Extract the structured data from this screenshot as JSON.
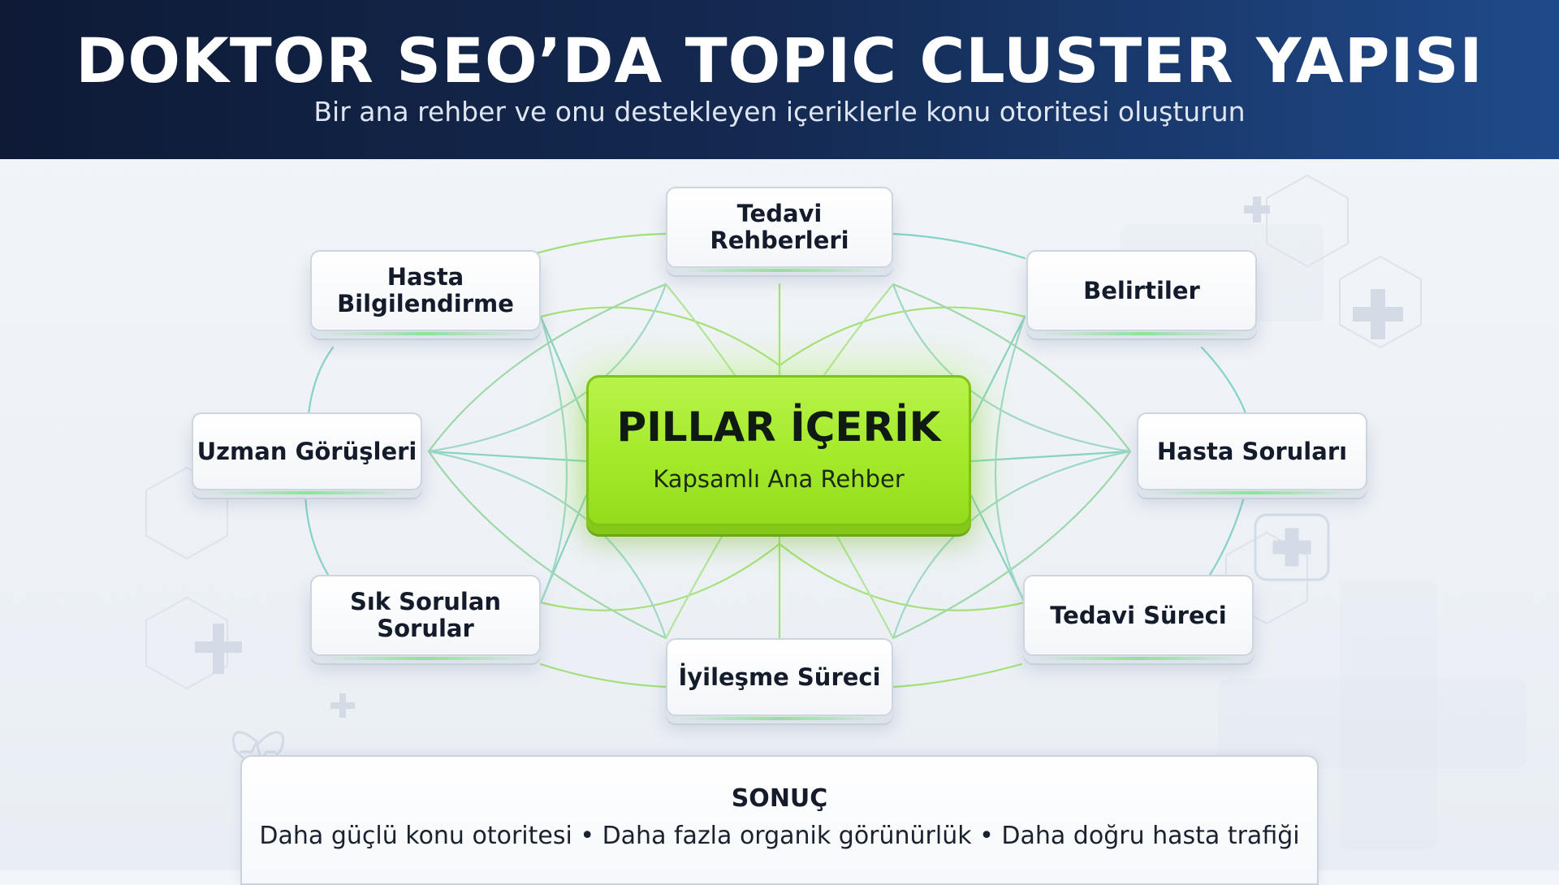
{
  "header": {
    "title": "DOKTOR SEO’DA TOPIC CLUSTER YAPISI",
    "subtitle": "Bir ana rehber ve onu destekleyen içeriklerle konu otoritesi oluşturun"
  },
  "pillar": {
    "title": "PILLAR İÇERİK",
    "subtitle": "Kapsamlı Ana Rehber"
  },
  "clusters": {
    "tedavi_rehberleri": [
      "Tedavi",
      "Rehberleri"
    ],
    "hasta_bilgilendirme": [
      "Hasta",
      "Bilgilendirme"
    ],
    "belirtiler": [
      "Belirtiler"
    ],
    "uzman_gorusleri": [
      "Uzman Görüşleri"
    ],
    "hasta_sorulari": [
      "Hasta Soruları"
    ],
    "sik_sorulan_sorular": [
      "Sık Sorulan",
      "Sorular"
    ],
    "tedavi_sureci": [
      "Tedavi Süreci"
    ],
    "iyilesme_sureci": [
      "İyileşme Süreci"
    ]
  },
  "result": {
    "title": "SONUÇ",
    "text": "Daha güçlü konu otoritesi • Daha fazla organik görünürlük • Daha doğru hasta trafiği"
  },
  "colors": {
    "pillar": "#a4ea2a",
    "header_dark": "#0e1a36",
    "header_light": "#1f4a8a",
    "line_green": "#8fe05a",
    "line_teal": "#7fc8d8"
  }
}
